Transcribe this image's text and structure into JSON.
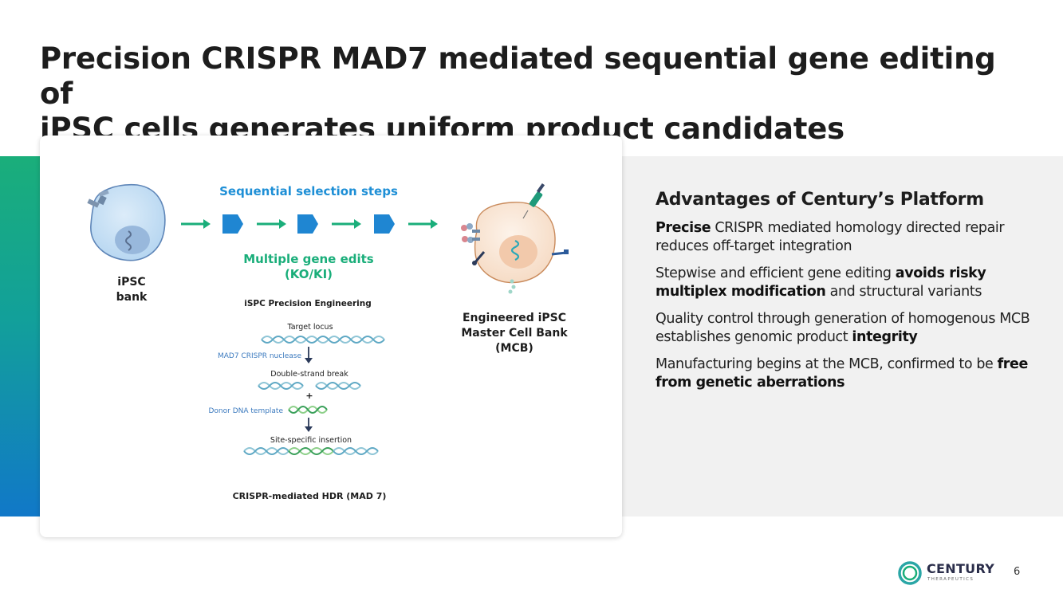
{
  "slide": {
    "title_line1": "Precision CRISPR MAD7 mediated sequential gene editing of",
    "title_line2": "iPSC cells generates uniform product candidates",
    "page_number": "6"
  },
  "diagram": {
    "sequential_label": "Sequential selection steps",
    "multi_edit_line1": "Multiple gene edits",
    "multi_edit_line2": "(KO/KI)",
    "ipsc_line1": "iPSC",
    "ipsc_line2": "bank",
    "engineered_line1": "Engineered iPSC",
    "engineered_line2": "Master Cell Bank",
    "engineered_line3": "(MCB)",
    "engineering_heading": "iSPC Precision Engineering",
    "target_locus": "Target locus",
    "nuclease": "MAD7 CRISPR nuclease",
    "double_strand": "Double-strand break",
    "plus": "+",
    "donor": "Donor DNA template",
    "site_specific": "Site-specific insertion",
    "hdr_caption": "CRISPR-mediated HDR (MAD 7)"
  },
  "advantages": {
    "heading": "Advantages of Century’s Platform",
    "b1_bold": "Precise",
    "b1_text": " CRISPR mediated homology directed repair reduces off-target integration",
    "b2_text": "Stepwise and efficient gene editing ",
    "b2_bold": "avoids risky multiplex modification",
    "b2_tail": " and structural variants",
    "b3_text": "Quality control through generation of homogenous MCB establishes genomic product ",
    "b3_bold": "integrity",
    "b4_text": "Manufacturing begins at the MCB, confirmed to be ",
    "b4_bold": "free from genetic aberrations"
  },
  "logo": {
    "word": "CENTURY",
    "sub": "THERAPEUTICS"
  },
  "colors": {
    "accent_blue": "#1e8fd6",
    "accent_green": "#1aae7a",
    "step_blue": "#1f86d2",
    "label_blue": "#3d7bbf"
  }
}
